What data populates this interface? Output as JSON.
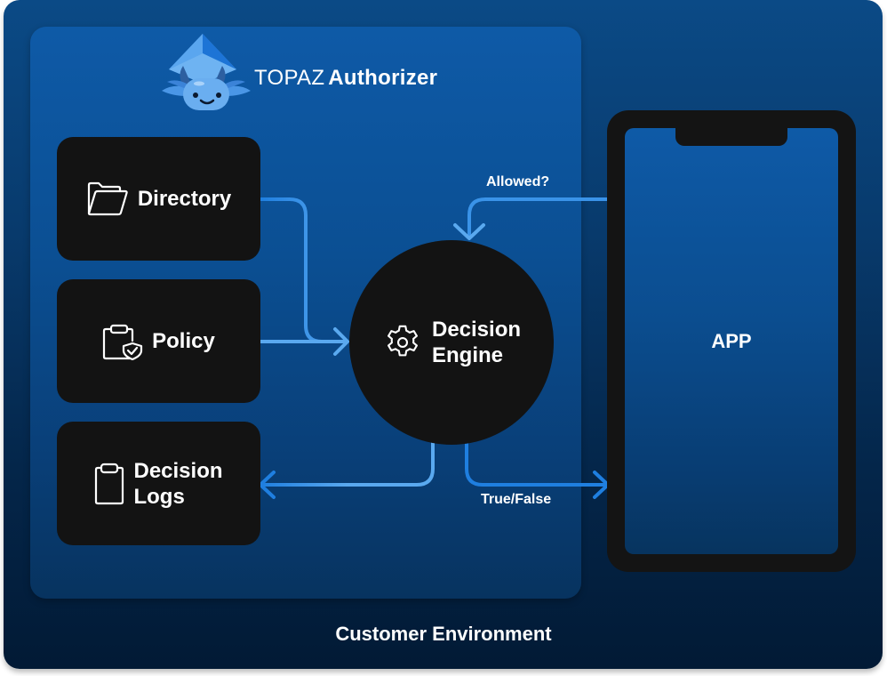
{
  "brand": {
    "name_light": "TOPAZ",
    "name_bold": "Authorizer",
    "logo_icon": "axolotl-gem-logo"
  },
  "components": {
    "directory": {
      "label": "Directory",
      "icon": "folder-open-icon"
    },
    "policy": {
      "label": "Policy",
      "icon": "clipboard-shield-icon"
    },
    "decision_logs": {
      "label_line1": "Decision",
      "label_line2": "Logs",
      "icon": "clipboard-icon"
    },
    "decision_engine": {
      "label_line1": "Decision",
      "label_line2": "Engine",
      "icon": "gear-icon"
    },
    "app": {
      "label": "APP"
    }
  },
  "edges": {
    "allowed_label": "Allowed?",
    "result_label": "True/False"
  },
  "environment_label": "Customer Environment",
  "colors": {
    "arrow_light": "#5aa9ef",
    "arrow_strong": "#1f7fe0",
    "card_bg": "#131313",
    "panel_blue": "#0e5aa7",
    "outer_navy": "#021a35"
  }
}
